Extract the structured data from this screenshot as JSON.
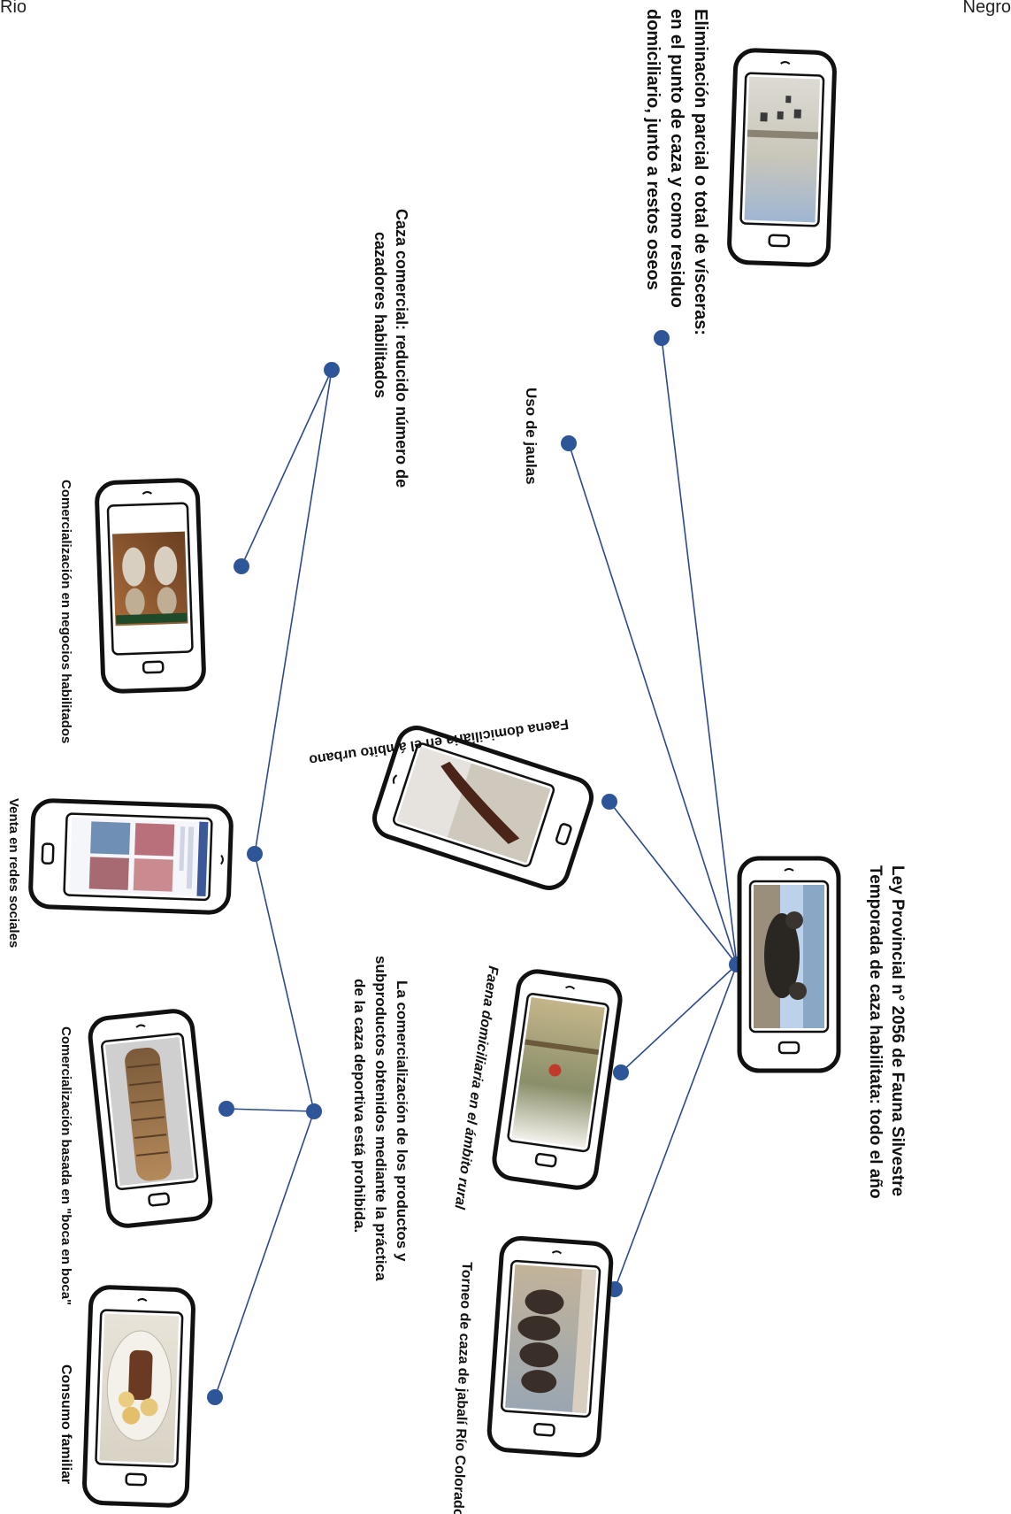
{
  "header": {
    "left": "Rio",
    "right": "Negro"
  },
  "diagram": {
    "nodes": {
      "law": {
        "lines": [
          "Ley Provincial n° 2056 de Fauna Silvestre",
          "Temporada de caza habilitata: todo el año"
        ]
      },
      "visceras": {
        "lines": [
          "Eliminación parcial  o total de vísceras:",
          "en el punto de caza y como residuo",
          "domiciliario, junto a restos oseos"
        ]
      },
      "jaulas": {
        "lines": [
          "Uso de jaulas"
        ]
      },
      "faena_urbano": {
        "lines": [
          "Faena domiciliaria en el ámbito urbano"
        ]
      },
      "faena_rural": {
        "lines": [
          "Faena domiciliaria en el ámbito rural"
        ]
      },
      "torneo": {
        "lines": [
          "Torneo de caza de jabalí Río Colorado"
        ]
      },
      "comercial": {
        "lines": [
          "Caza comercial: reducido número de",
          "cazadores habilitados"
        ]
      },
      "negocios": {
        "lines": [
          "Comercialización en negocios habilitados"
        ]
      },
      "redes": {
        "lines": [
          "Venta en redes sociales"
        ]
      },
      "prohibida": {
        "lines": [
          "La comercialización de los productos y",
          "subproductos obtenidos mediante la práctica",
          "de la caza deportiva está prohibida."
        ]
      },
      "boca": {
        "lines": [
          "Comercialización basada en \"boca en boca\""
        ]
      },
      "consumo": {
        "lines": [
          "Consumo familiar"
        ]
      }
    }
  },
  "colors": {
    "edge": "#2b4a8b",
    "node": "#2e5597",
    "phone_outline": "#111111"
  }
}
